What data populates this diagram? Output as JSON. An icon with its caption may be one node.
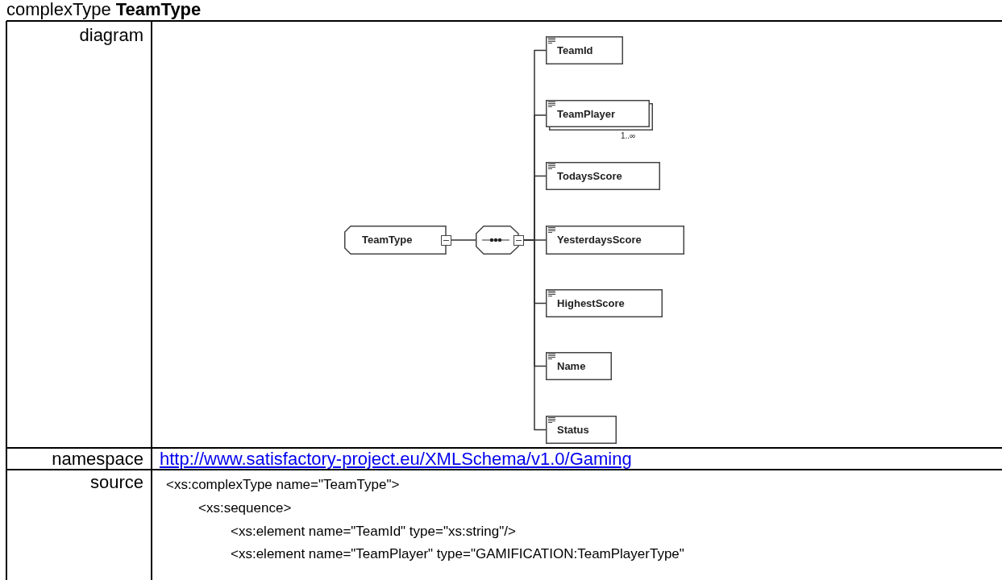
{
  "diagram": {
    "title": "complexType **TeamType**",
    "nodes": [
      {
        "text": [
          "TeamType"
        ]
      },
      {
        "text": [],
        "shape": "octagon"
      },
      {
        "text": [
          "TeamId"
        ]
      },
      {
        "text": [
          "TeamPlayer"
        ],
        "beside": [
          "1..∞"
        ]
      },
      {
        "text": [
          "TodaysScore"
        ]
      },
      {
        "text": [
          "YesterdaysScore"
        ]
      },
      {
        "text": [
          "HighestScore"
        ]
      },
      {
        "text": [
          "Name"
        ]
      },
      {
        "text": [
          "Status"
        ]
      }
    ],
    "edges": [
      {
        "from": 0,
        "to": 1,
        "arrow": "none"
      },
      {
        "from": 1,
        "to": 2,
        "arrow": "none"
      },
      {
        "from": 1,
        "to": 3,
        "arrow": "none"
      },
      {
        "from": 1,
        "to": 4,
        "arrow": "none"
      },
      {
        "from": 1,
        "to": 5,
        "arrow": "none"
      },
      {
        "from": 1,
        "to": 6,
        "arrow": "none"
      },
      {
        "from": 1,
        "to": 7,
        "arrow": "none"
      },
      {
        "from": 1,
        "to": 8,
        "arrow": "none"
      }
    ],
    "labels": [
      "diagram",
      "namespace",
      "http://www.satisfactory-project.eu/XMLSchema/v1.0/Gaming",
      "source",
      "<xs:complexType name=\"TeamType\">",
      "<xs:sequence>",
      "<xs:element name=\"TeamId\" type=\"xs:string\"/>",
      "<xs:element name=\"TeamPlayer\" type=\"GAMIFICATION:TeamPlayerType\""
    ]
  }
}
